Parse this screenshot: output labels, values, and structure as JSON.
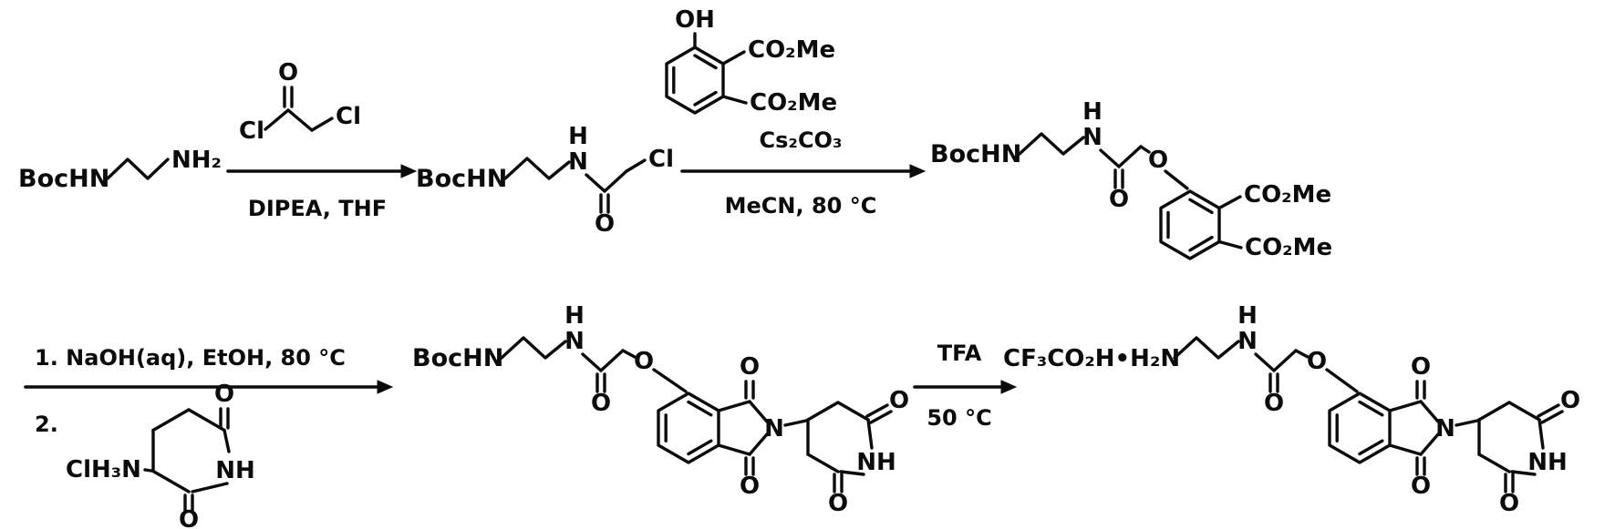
{
  "scheme": {
    "molecule1": {
      "label_left": "BocHN",
      "label_right": "NH₂"
    },
    "chloroacetyl_chloride": {
      "cl_left": "Cl",
      "o": "O",
      "cl_right": "Cl"
    },
    "arrow1": {
      "below": "DIPEA, THF"
    },
    "molecule2": {
      "label_left": "BocHN",
      "amide_h": "H",
      "amide_n": "N",
      "carbonyl_o": "O",
      "cl": "Cl"
    },
    "phenol_reagent": {
      "oh": "OH",
      "ester_top": "CO₂Me",
      "ester_bottom": "CO₂Me"
    },
    "arrow2": {
      "above": "Cs₂CO₃",
      "below": "MeCN, 80 °C"
    },
    "molecule3": {
      "label_left": "BocHN",
      "amide_h": "H",
      "amide_n": "N",
      "carbonyl_o": "O",
      "ether_o": "O",
      "ester_top": "CO₂Me",
      "ester_bottom": "CO₂Me"
    },
    "arrow3": {
      "above": "1. NaOH(aq), EtOH, 80 °C",
      "step2": "2."
    },
    "glutarimide_salt": {
      "ammonium": "ClH₃N",
      "o_top": "O",
      "nh": "NH",
      "o_bottom": "O"
    },
    "molecule4": {
      "label_left": "BocHN",
      "amide_h": "H",
      "amide_n": "N",
      "carbonyl_o": "O",
      "ether_o": "O",
      "imide_o_top": "O",
      "imide_n": "N",
      "imide_o_bottom": "O",
      "glut_o_right": "O",
      "glut_nh": "NH",
      "glut_o_bottom": "O"
    },
    "arrow4": {
      "above": "TFA",
      "below": "50 °C"
    },
    "molecule5": {
      "label_left": "CF₃CO₂H•H₂N",
      "amide_h": "H",
      "amide_n": "N",
      "carbonyl_o": "O",
      "ether_o": "O",
      "imide_o_top": "O",
      "imide_n": "N",
      "imide_o_bottom": "O",
      "glut_o_right": "O",
      "glut_nh": "NH",
      "glut_o_bottom": "O"
    }
  }
}
